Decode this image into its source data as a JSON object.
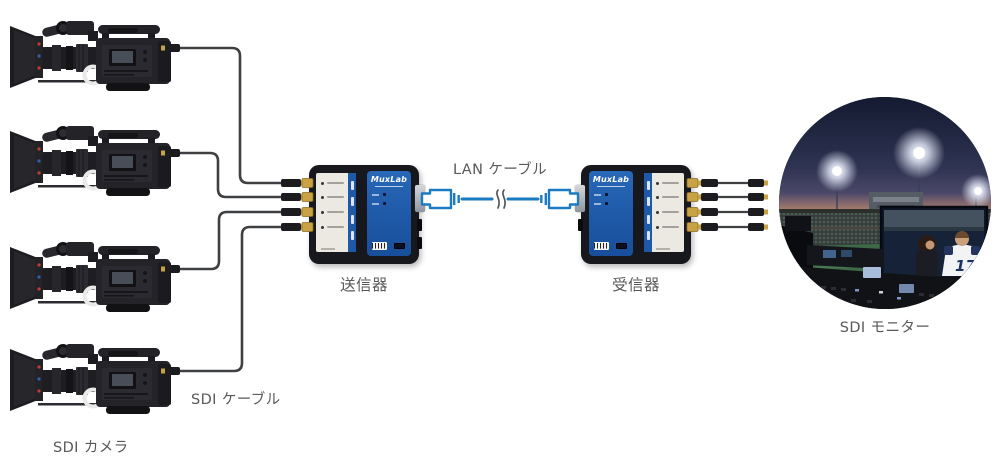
{
  "labels": {
    "cameras": "SDI カメラ",
    "sdi_cable": "SDI ケーブル",
    "transmitter": "送信器",
    "lan_cable": "LAN ケーブル",
    "receiver": "受信器",
    "monitor": "SDI モニター"
  },
  "devices": {
    "brand": "MuxLab",
    "transmitter_port_count": 4,
    "receiver_port_count": 4
  },
  "monitor": {
    "jersey_number": "17"
  },
  "colors": {
    "background": "#ffffff",
    "sdi_cable": "#3f4042",
    "lan_cable_blue": "#1b7ac0",
    "device_body": "#17181d",
    "device_panel_blue": "#1e59a7",
    "device_panel_white": "#ece9e3",
    "bnc_gold": "#c9a245",
    "label_text": "#58595b"
  }
}
